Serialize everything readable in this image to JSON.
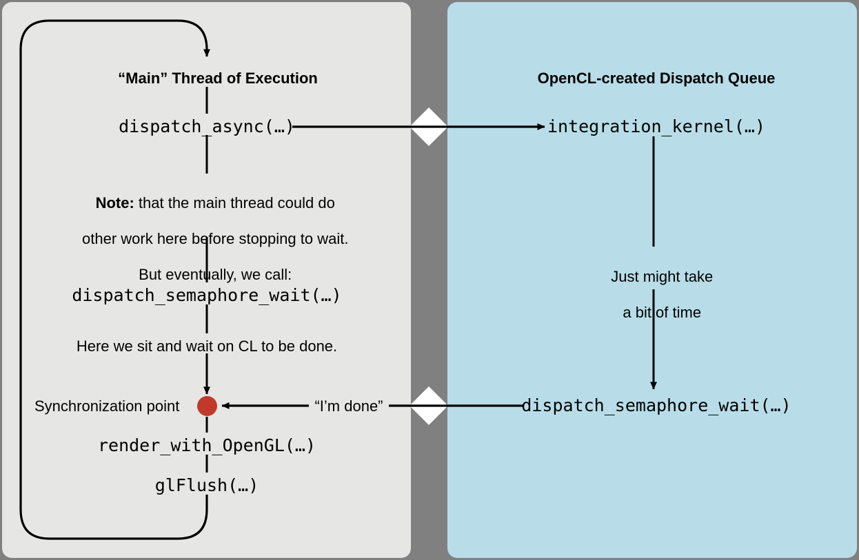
{
  "meta": {
    "diagram_title": "OpenCL dispatch queue synchronization sequence",
    "colors": {
      "outer_background": "#808080",
      "left_panel_bg": "#e6e7e5",
      "right_panel_bg": "#b8dde8",
      "gutter": "#808080",
      "sync_dot": "#c0392b",
      "line": "#000000",
      "diamond_fill": "#ffffff"
    }
  },
  "left_panel": {
    "title": "“Main” Thread of Execution",
    "steps": [
      {
        "id": "dispatch-async",
        "text": "dispatch_async(…)",
        "style": "mono"
      },
      {
        "id": "note",
        "text": "Note: that the main thread could do\nother work here before stopping to wait.\nBut eventually, we call:",
        "style": "sans"
      },
      {
        "id": "dispatch-semaphore-wait",
        "text": "dispatch_semaphore_wait(…)",
        "style": "mono"
      },
      {
        "id": "wait-note",
        "text": "Here we sit and wait on CL to be done.",
        "style": "sans"
      },
      {
        "id": "sync-point",
        "text": "Synchronization point",
        "style": "sans"
      },
      {
        "id": "render-with-opengl",
        "text": "render_with_OpenGL(…)",
        "style": "mono"
      },
      {
        "id": "glflush",
        "text": "glFlush(…)",
        "style": "mono"
      }
    ],
    "note_bold_prefix": "Note:",
    "note_rest": " that the main thread could do",
    "note_line2": "other work here before stopping to wait.",
    "note_line3": "But eventually, we call:"
  },
  "right_panel": {
    "title": "OpenCL-created Dispatch Queue",
    "steps": [
      {
        "id": "integration-kernel",
        "text": "integration_kernel(…)",
        "style": "mono"
      },
      {
        "id": "duration-note",
        "text": "Just might take\na bit of time",
        "style": "sans"
      },
      {
        "id": "dispatch-semaphore-wait-right",
        "text": "dispatch_semaphore_wait(…)",
        "style": "mono"
      }
    ],
    "duration_line1": "Just might take",
    "duration_line2": "a bit of time"
  },
  "connectors": {
    "outbound_label": "",
    "inbound_label": "“I’m done”",
    "diamond_top_name": "boundary-diamond-top",
    "diamond_bottom_name": "boundary-diamond-bottom"
  }
}
